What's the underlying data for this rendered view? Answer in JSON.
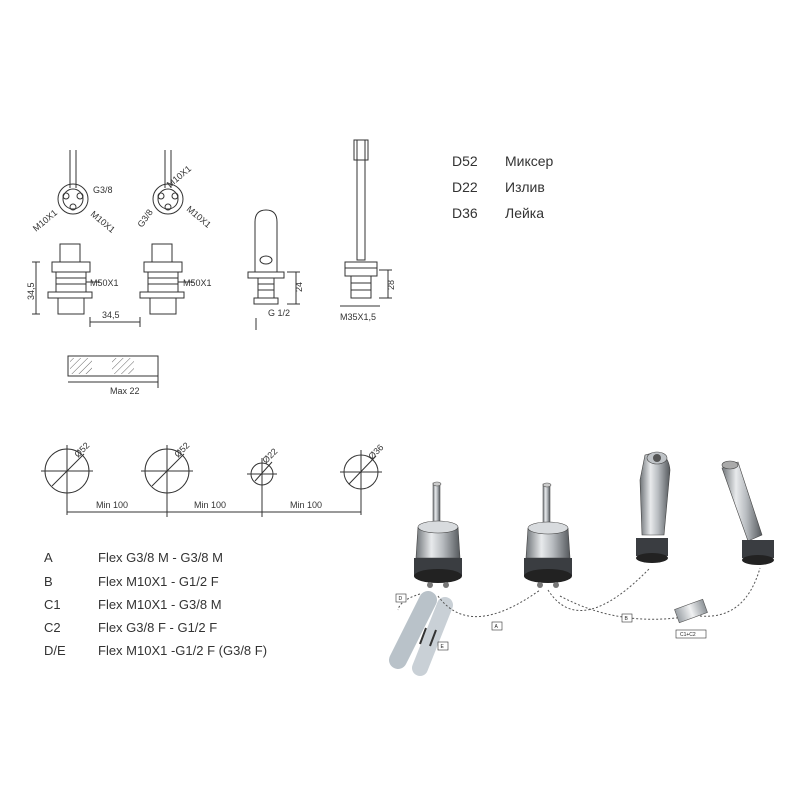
{
  "legend": [
    {
      "code": "D52",
      "name": "Миксер"
    },
    {
      "code": "D22",
      "name": "Излив"
    },
    {
      "code": "D36",
      "name": "Лейка"
    }
  ],
  "connections": [
    {
      "code": "A",
      "desc": "Flex G3/8 M - G3/8 M"
    },
    {
      "code": "B",
      "desc": "Flex M10X1 - G1/2 F"
    },
    {
      "code": "C1",
      "desc": "Flex M10X1 - G3/8 M"
    },
    {
      "code": "C2",
      "desc": "Flex G3/8 F - G1/2 F"
    },
    {
      "code": "D/E",
      "desc": "Flex M10X1 -G1/2 F (G3/8 F)"
    }
  ],
  "dims": {
    "g38_1": "G3/8",
    "m10_1a": "M10X1",
    "m10_1b": "M10X1",
    "m10_2a": "M10X1",
    "g38_2": "G3/8",
    "m10_2b": "M10X1",
    "h345a": "34,5",
    "m50a": "M50X1",
    "m50b": "M50X1",
    "w345": "34,5",
    "h24": "24",
    "g12": "G 1/2",
    "h28": "28",
    "m35": "M35X1,5",
    "max22": "Max 22",
    "d52a": "Ø52",
    "d52b": "Ø52",
    "d22": "Ø22",
    "d36": "Ø36",
    "min1": "Min 100",
    "min2": "Min 100",
    "min3": "Min 100"
  },
  "tags": {
    "a": "A",
    "b": "B",
    "c": "C1+C2",
    "d": "D",
    "e": "E"
  }
}
